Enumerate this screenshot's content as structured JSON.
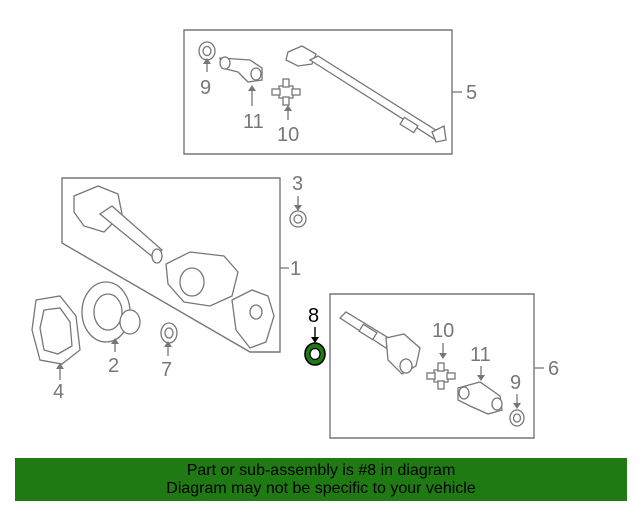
{
  "banner": {
    "line1": "Part or sub-assembly is #8 in diagram",
    "line2": "Diagram may not be specific to your vehicle"
  },
  "callouts": {
    "c1": "1",
    "c2": "2",
    "c3": "3",
    "c4": "4",
    "c5": "5",
    "c6": "6",
    "c7": "7",
    "c8": "8",
    "c9_top": "9",
    "c9_right": "9",
    "c10_top": "10",
    "c10_right": "10",
    "c11_top": "11",
    "c11_right": "11"
  },
  "highlight_part": "8",
  "colors": {
    "banner_bg": "#1f7a14",
    "line_art": "#777777",
    "highlight": "#000000",
    "highlight_fill": "#1f7a14"
  }
}
